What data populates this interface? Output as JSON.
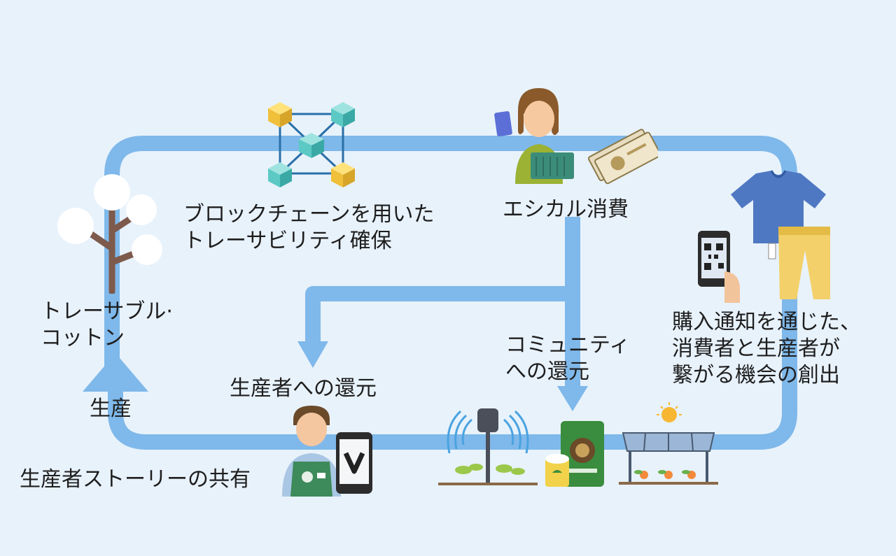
{
  "labels": {
    "blockchain": "ブロックチェーンを用いた\nトレーサビリティ確保",
    "ethical": "エシカル消費",
    "cotton": "トレーサブル·\nコットン",
    "purchase": "購入通知を通じた、\n消費者と生産者が\n繋がる機会の創出",
    "community": "コミュニティ\nへの還元",
    "producer_return": "生産者への還元",
    "production": "生産",
    "story": "生産者ストーリーの共有"
  },
  "colors": {
    "background": "#e8f2fb",
    "loop": "#7fb8ea",
    "text": "#1e1e1e"
  },
  "icons": {
    "blockchain": "blockchain-cubes-icon",
    "shopper": "shopper-woman-icon",
    "money": "banknotes-icon",
    "clothes": "clothing-icon",
    "phone_qr": "qr-phone-icon",
    "cotton": "cotton-plant-icon",
    "farmer": "farmer-icon",
    "app_phone": "app-phone-icon",
    "irrigation": "irrigation-icon",
    "fertilizer": "fertilizer-bags-icon",
    "solar": "solar-greenhouse-icon"
  }
}
